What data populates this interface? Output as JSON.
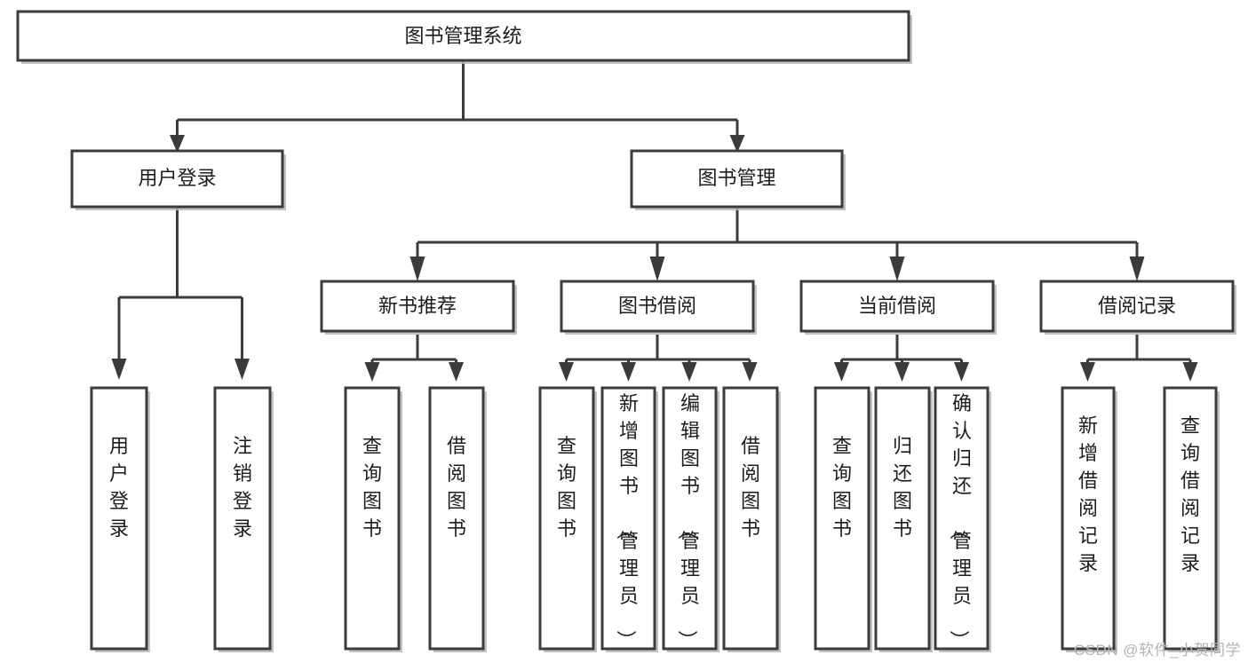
{
  "diagram": {
    "type": "tree",
    "title": "图书管理系统",
    "watermark": "CSDN @软件_小贺同学",
    "colors": {
      "box_stroke": "#3b3b3b",
      "box_fill": "#ffffff",
      "shadow": "#b9b9b9",
      "text": "#1d1d1d",
      "watermark": "#b4b4b4",
      "background": "#ffffff"
    },
    "nodes": {
      "root": {
        "label": "图书管理系统",
        "level": 0,
        "orientation": "horizontal"
      },
      "l1": [
        {
          "id": "user-login",
          "label": "用户登录",
          "orientation": "horizontal"
        },
        {
          "id": "book-management",
          "label": "图书管理",
          "orientation": "horizontal"
        }
      ],
      "l2": [
        {
          "id": "new-book-recommend",
          "label": "新书推荐",
          "orientation": "horizontal",
          "parent": "book-management"
        },
        {
          "id": "book-borrow",
          "label": "图书借阅",
          "orientation": "horizontal",
          "parent": "book-management"
        },
        {
          "id": "current-borrow",
          "label": "当前借阅",
          "orientation": "horizontal",
          "parent": "book-management"
        },
        {
          "id": "borrow-record",
          "label": "借阅记录",
          "orientation": "horizontal",
          "parent": "book-management"
        }
      ],
      "leaves": [
        {
          "id": "leaf-user-login",
          "label": "用户登录",
          "orientation": "vertical",
          "parent": "user-login"
        },
        {
          "id": "leaf-logout-login",
          "label": "注销登录",
          "orientation": "vertical",
          "parent": "user-login"
        },
        {
          "id": "leaf-query-book-1",
          "label": "查询图书",
          "orientation": "vertical",
          "parent": "new-book-recommend"
        },
        {
          "id": "leaf-borrow-book-1",
          "label": "借阅图书",
          "orientation": "vertical",
          "parent": "new-book-recommend"
        },
        {
          "id": "leaf-query-book-2",
          "label": "查询图书",
          "orientation": "vertical",
          "parent": "book-borrow"
        },
        {
          "id": "leaf-add-book",
          "label": "新增图书（管理员）",
          "orientation": "vertical",
          "parent": "book-borrow"
        },
        {
          "id": "leaf-edit-book",
          "label": "编辑图书（管理员）",
          "orientation": "vertical",
          "parent": "book-borrow"
        },
        {
          "id": "leaf-borrow-book-2",
          "label": "借阅图书",
          "orientation": "vertical",
          "parent": "book-borrow"
        },
        {
          "id": "leaf-query-book-3",
          "label": "查询图书",
          "orientation": "vertical",
          "parent": "current-borrow"
        },
        {
          "id": "leaf-return-book",
          "label": "归还图书",
          "orientation": "vertical",
          "parent": "current-borrow"
        },
        {
          "id": "leaf-confirm-return",
          "label": "确认归还（管理员）",
          "orientation": "vertical",
          "parent": "current-borrow"
        },
        {
          "id": "leaf-add-record",
          "label": "新增借阅记录",
          "orientation": "vertical",
          "parent": "borrow-record"
        },
        {
          "id": "leaf-query-record",
          "label": "查询借阅记录",
          "orientation": "vertical",
          "parent": "borrow-record"
        }
      ]
    }
  }
}
